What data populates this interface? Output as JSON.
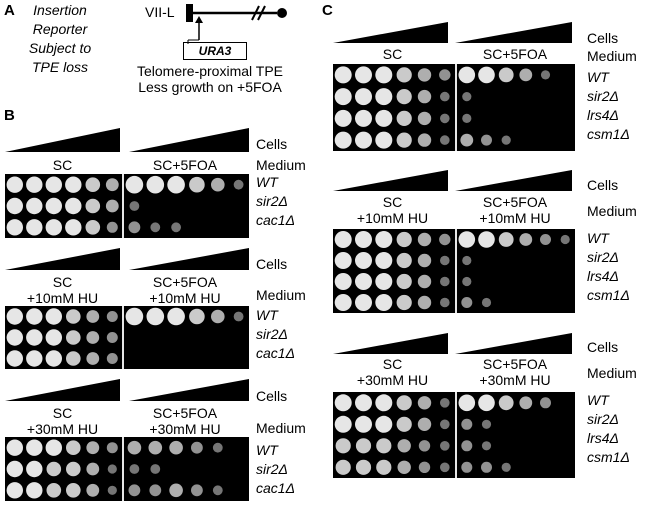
{
  "panelA": {
    "letter": "A",
    "left_text": [
      "Insertion",
      "Reporter",
      "Subject to",
      "TPE loss"
    ],
    "chrom_label": "VII-L",
    "gene": "URA3",
    "caption": [
      "Telomere-proximal TPE",
      "Less growth on +5FOA"
    ]
  },
  "panelB": {
    "letter": "B",
    "cells_label": "Cells",
    "medium_label": "Medium",
    "blocks": [
      {
        "left_medium": [
          "SC"
        ],
        "right_medium": [
          "SC+5FOA"
        ],
        "strains": [
          "WT",
          "sir2Δ",
          "cac1Δ"
        ]
      },
      {
        "left_medium": [
          "SC",
          "+10mM HU"
        ],
        "right_medium": [
          "SC+5FOA",
          "+10mM HU"
        ],
        "strains": [
          "WT",
          "sir2Δ",
          "cac1Δ"
        ]
      },
      {
        "left_medium": [
          "SC",
          "+30mM HU"
        ],
        "right_medium": [
          "SC+5FOA",
          "+30mM HU"
        ],
        "strains": [
          "WT",
          "sir2Δ",
          "cac1Δ"
        ]
      }
    ]
  },
  "panelC": {
    "letter": "C",
    "cells_label": "Cells",
    "medium_label": "Medium",
    "blocks": [
      {
        "left_medium": [
          "SC"
        ],
        "right_medium": [
          "SC+5FOA"
        ],
        "strains": [
          "WT",
          "sir2Δ",
          "lrs4Δ",
          "csm1Δ"
        ]
      },
      {
        "left_medium": [
          "SC",
          "+10mM HU"
        ],
        "right_medium": [
          "SC+5FOA",
          "+10mM HU"
        ],
        "strains": [
          "WT",
          "sir2Δ",
          "lrs4Δ",
          "csm1Δ"
        ]
      },
      {
        "left_medium": [
          "SC",
          "+30mM HU"
        ],
        "right_medium": [
          "SC+5FOA",
          "+30mM HU"
        ],
        "strains": [
          "WT",
          "sir2Δ",
          "lrs4Δ",
          "csm1Δ"
        ]
      }
    ]
  }
}
